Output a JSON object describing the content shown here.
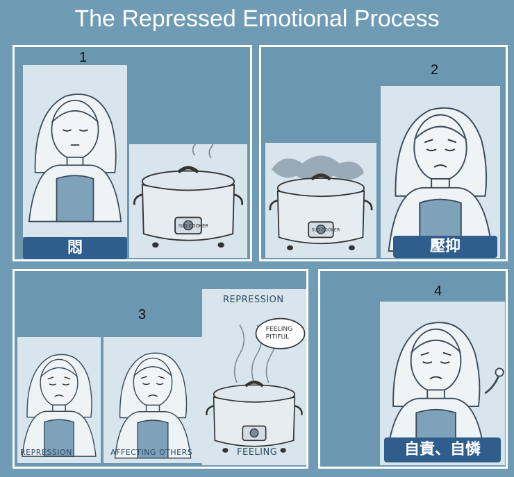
{
  "title": "The Repressed Emotional Process",
  "panels": [
    {
      "number": "1",
      "caption": "悶"
    },
    {
      "number": "2",
      "caption": "壓抑"
    },
    {
      "number": "3",
      "labels": [
        "REPRESSION",
        "AFFECTING OTHERS",
        "REPRESSION",
        "FEELING",
        "FEELING PITIFUL"
      ]
    },
    {
      "number": "4",
      "caption": "自責、自憐"
    }
  ],
  "pot_brand": "SLO COOKER"
}
